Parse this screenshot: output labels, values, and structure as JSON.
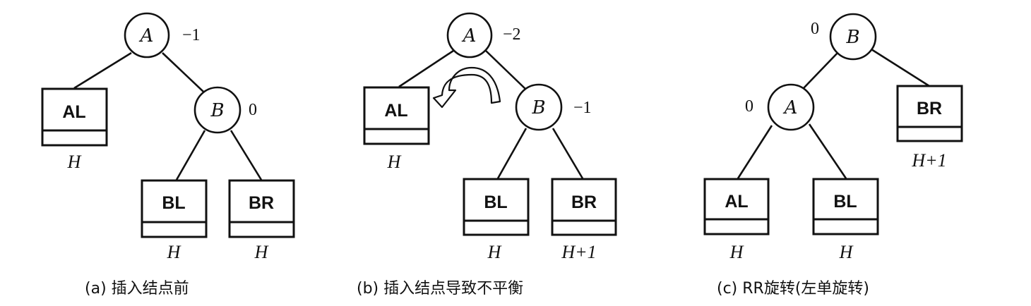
{
  "panel_a": {
    "caption": "(a) 插入结点前",
    "node_a": {
      "label": "A",
      "bf": "−1"
    },
    "node_b": {
      "label": "B",
      "bf": "0"
    },
    "subtrees": [
      {
        "label": "AL",
        "height": "H"
      },
      {
        "label": "BL",
        "height": "H"
      },
      {
        "label": "BR",
        "height": "H"
      }
    ]
  },
  "panel_b": {
    "caption": "(b) 插入结点导致不平衡",
    "node_a": {
      "label": "A",
      "bf": "−2"
    },
    "node_b": {
      "label": "B",
      "bf": "−1"
    },
    "subtrees": [
      {
        "label": "AL",
        "height": "H"
      },
      {
        "label": "BL",
        "height": "H"
      },
      {
        "label": "BR",
        "height": "H+1"
      }
    ]
  },
  "panel_c": {
    "caption": "(c) RR旋转(左单旋转)",
    "node_b": {
      "label": "B",
      "bf": "0"
    },
    "node_a": {
      "label": "A",
      "bf": "0"
    },
    "subtrees": [
      {
        "label": "AL",
        "height": "H"
      },
      {
        "label": "BL",
        "height": "H"
      },
      {
        "label": "BR",
        "height": "H+1"
      }
    ]
  }
}
